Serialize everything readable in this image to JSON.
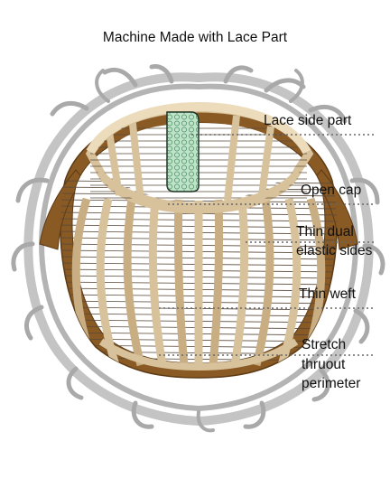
{
  "title": "Machine Made with Lace Part",
  "labels": {
    "lace": "Lace side part",
    "open_cap": "Open cap",
    "dual_line1": "Thin dual",
    "dual_line2": "elastic sides",
    "weft": "Thin weft",
    "stretch_line1": "Stretch",
    "stretch_line2": "thruout",
    "stretch_line3": "perimeter"
  },
  "colors": {
    "hair": "#a9a9a9",
    "brown": "#8a5a24",
    "tan": "#d8c29b",
    "tan_light": "#ecdcbc",
    "lace": "#bfe3c9",
    "lace_mesh": "#2f7d4b",
    "leader": "#666666",
    "weft_line": "#5a4a3a"
  }
}
